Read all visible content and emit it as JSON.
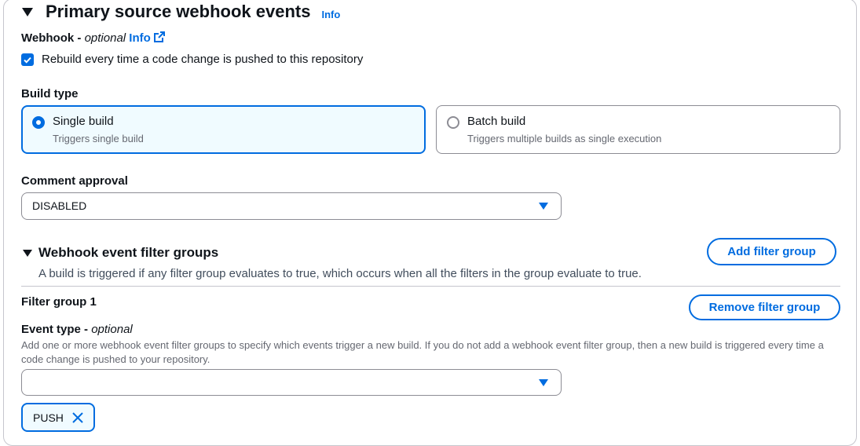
{
  "section": {
    "title": "Primary source webhook events",
    "info_label": "Info"
  },
  "webhook": {
    "label": "Webhook",
    "optional_label": "optional",
    "info_label": "Info",
    "checkbox_label": "Rebuild every time a code change is pushed to this repository",
    "checked": true
  },
  "build_type": {
    "label": "Build type",
    "options": [
      {
        "title": "Single build",
        "description": "Triggers single build",
        "selected": true
      },
      {
        "title": "Batch build",
        "description": "Triggers multiple builds as single execution",
        "selected": false
      }
    ]
  },
  "comment_approval": {
    "label": "Comment approval",
    "value": "DISABLED"
  },
  "filter_groups": {
    "title": "Webhook event filter groups",
    "description": "A build is triggered if any filter group evaluates to true, which occurs when all the filters in the group evaluate to true.",
    "add_button": "Add filter group",
    "groups": [
      {
        "title": "Filter group 1",
        "remove_button": "Remove filter group",
        "event_type": {
          "label": "Event type",
          "optional_label": "optional",
          "description": "Add one or more webhook event filter groups to specify which events trigger a new build. If you do not add a webhook event filter group, then a new build is triggered every time a code change is pushed to your repository.",
          "value": "",
          "tokens": [
            "PUSH"
          ]
        }
      }
    ]
  },
  "colors": {
    "accent": "#006ce0",
    "selected_bg": "#f0fbff",
    "border": "#8c8c94",
    "text": "#0f141a",
    "muted": "#656871"
  },
  "icons": {
    "expand": "caret-down-icon",
    "external": "external-link-icon",
    "dropdown": "caret-down-filled-icon",
    "dismiss": "close-icon"
  }
}
